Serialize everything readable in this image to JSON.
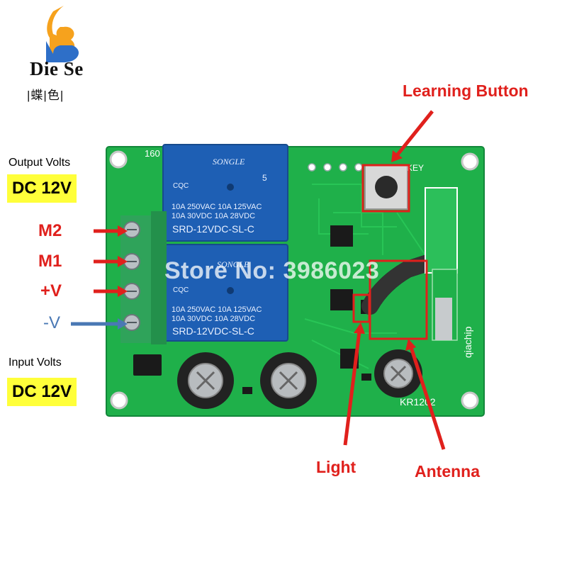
{
  "brand": {
    "name": "Die Se",
    "chinese": "|蝶|色|"
  },
  "labels": {
    "output_volts": "Output Volts",
    "output_voltage": "DC 12V",
    "input_volts": "Input Volts",
    "input_voltage": "DC 12V",
    "pins": [
      "M2",
      "M1",
      "+V",
      "-V"
    ],
    "learning_button": "Learning Button",
    "light": "Light",
    "antenna": "Antenna"
  },
  "board": {
    "relay_brand": "SONGLE",
    "relay_spec_line1": "10A 250VAC  10A 125VAC",
    "relay_spec_line2": "10A  30VDC  10A  28VDC",
    "relay_model": "SRD-12VDC-SL-C",
    "relay_cert": "CQC",
    "relay_number": "5",
    "key_text": "KEY",
    "pcb_text_top": "160",
    "pcb_text_model": "KR1202",
    "pcb_text_side": "qiachip",
    "terminal_text": "M2 M1 +V -V"
  },
  "watermark": "Store No: 3986023",
  "colors": {
    "pcb_green": "#1fb04a",
    "relay_blue": "#1e5fb4",
    "annotation_red": "#e0201c",
    "label_yellow": "#ffff3a",
    "ground_blue": "#4a78b4"
  }
}
